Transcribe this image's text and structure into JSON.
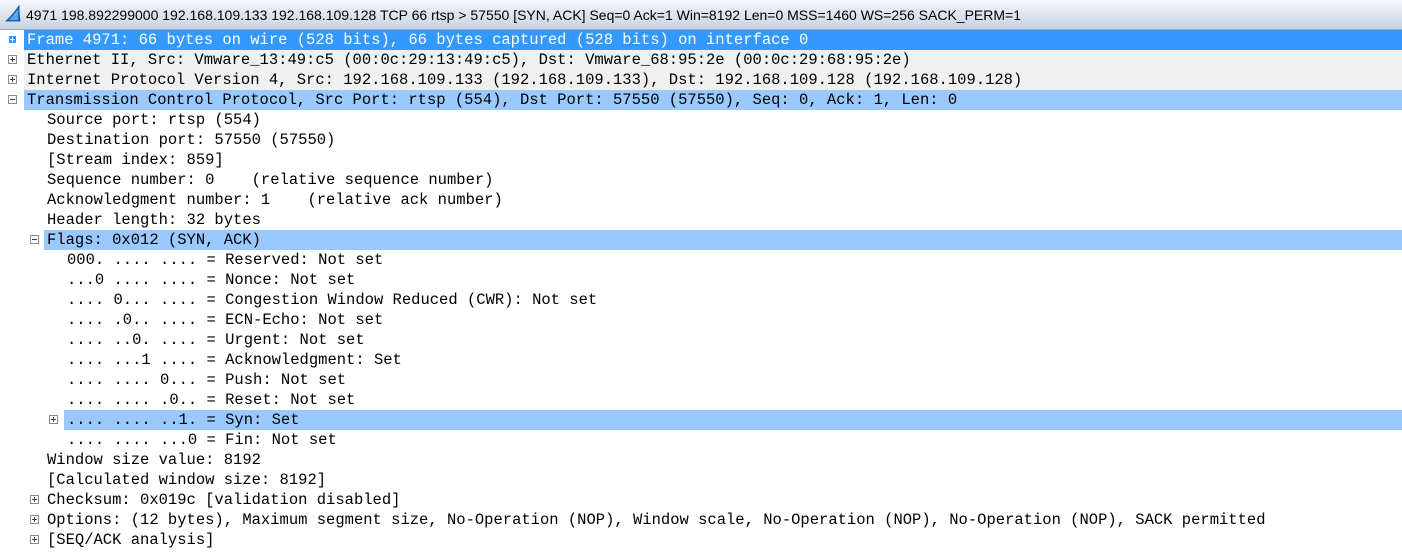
{
  "window": {
    "title": "4971 198.892299000 192.168.109.133 192.168.109.128 TCP 66 rtsp > 57550 [SYN, ACK] Seq=0 Ack=1 Win=8192 Len=0 MSS=1460 WS=256 SACK_PERM=1",
    "icon": "wireshark-fin-icon"
  },
  "colors": {
    "selected_row": "#3399ff",
    "highlight_row": "#99c9ff",
    "alt_row": "#f0f0f0"
  },
  "tree": [
    {
      "text": "Frame 4971: 66 bytes on wire (528 bits), 66 bytes captured (528 bits) on interface 0",
      "toggle": "expand",
      "state": "selected"
    },
    {
      "text": "Ethernet II, Src: Vmware_13:49:c5 (00:0c:29:13:49:c5), Dst: Vmware_68:95:2e (00:0c:29:68:95:2e)",
      "toggle": "expand",
      "state": "alt"
    },
    {
      "text": "Internet Protocol Version 4, Src: 192.168.109.133 (192.168.109.133), Dst: 192.168.109.128 (192.168.109.128)",
      "toggle": "expand",
      "state": "alt"
    },
    {
      "text": "Transmission Control Protocol, Src Port: rtsp (554), Dst Port: 57550 (57550), Seq: 0, Ack: 1, Len: 0",
      "toggle": "collapse",
      "state": "highlight"
    },
    {
      "text": "Source port: rtsp (554)"
    },
    {
      "text": "Destination port: 57550 (57550)"
    },
    {
      "text": "[Stream index: 859]"
    },
    {
      "text": "Sequence number: 0    (relative sequence number)"
    },
    {
      "text": "Acknowledgment number: 1    (relative ack number)"
    },
    {
      "text": "Header length: 32 bytes"
    },
    {
      "text": "Flags: 0x012 (SYN, ACK)",
      "toggle": "collapse",
      "state": "highlight"
    },
    {
      "text": "000. .... .... = Reserved: Not set"
    },
    {
      "text": "...0 .... .... = Nonce: Not set"
    },
    {
      "text": ".... 0... .... = Congestion Window Reduced (CWR): Not set"
    },
    {
      "text": ".... .0.. .... = ECN-Echo: Not set"
    },
    {
      "text": ".... ..0. .... = Urgent: Not set"
    },
    {
      "text": ".... ...1 .... = Acknowledgment: Set"
    },
    {
      "text": ".... .... 0... = Push: Not set"
    },
    {
      "text": ".... .... .0.. = Reset: Not set"
    },
    {
      "text": ".... .... ..1. = Syn: Set",
      "toggle": "expand",
      "state": "highlight"
    },
    {
      "text": ".... .... ...0 = Fin: Not set"
    },
    {
      "text": "Window size value: 8192"
    },
    {
      "text": "[Calculated window size: 8192]"
    },
    {
      "text": "Checksum: 0x019c [validation disabled]",
      "toggle": "expand"
    },
    {
      "text": "Options: (12 bytes), Maximum segment size, No-Operation (NOP), Window scale, No-Operation (NOP), No-Operation (NOP), SACK permitted",
      "toggle": "expand"
    },
    {
      "text": "[SEQ/ACK analysis]",
      "toggle": "expand"
    }
  ]
}
